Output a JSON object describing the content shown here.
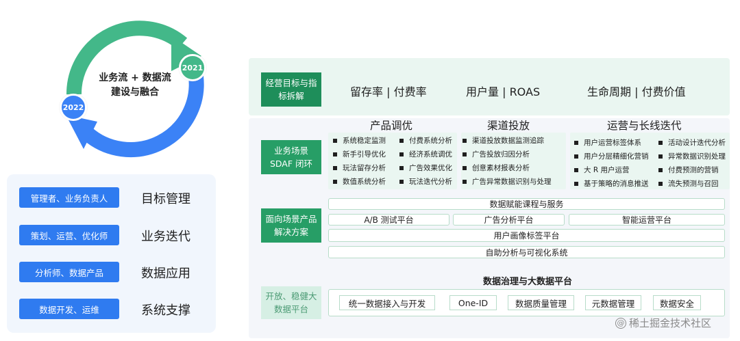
{
  "cycle": {
    "title_line1": "业务流 + 数据流",
    "title_line2": "建设与融合",
    "year_a": "2021",
    "year_b": "2022",
    "colors": {
      "green": "#43b889",
      "blue": "#3b82f6"
    }
  },
  "roles": [
    {
      "role": "管理者、业务负责人",
      "function": "目标管理"
    },
    {
      "role": "策划、运营、优化师",
      "function": "业务迭代"
    },
    {
      "role": "分析师、数据产品",
      "function": "数据应用"
    },
    {
      "role": "数据开发、运维",
      "function": "系统支撑"
    }
  ],
  "goals": {
    "label": "经营目标与指标拆解",
    "kpis": [
      "留存率 | 付费率",
      "用户量 | ROAS",
      "生命周期 | 付费价值"
    ]
  },
  "scenarios": {
    "label": "业务场景 SDAF 闭环",
    "columns": [
      {
        "title": "产品调优",
        "items_left": [
          "系统稳定监测",
          "新手引导优化",
          "玩法留存分析",
          "数值系统分析"
        ],
        "items_right": [
          "付费系统分析",
          "经济系统调优",
          "广告效果优化",
          "玩法迭代分析"
        ]
      },
      {
        "title": "渠道投放",
        "items_left": [
          "渠道投放数据监测追踪",
          "广告投放归因分析",
          "创意素材报表分析",
          "广告异常数据识别与处理"
        ],
        "items_right": []
      },
      {
        "title": "运营与长线迭代",
        "items_left": [
          "用户运营标签体系",
          "用户分层精细化营销",
          "大 R 用户运营",
          "基于策略的消息推送"
        ],
        "items_right": [
          "活动设计迭代分析",
          "异常数据识别处理",
          "付费预测的营销",
          "流失预测与召回"
        ]
      }
    ]
  },
  "solutions": {
    "label": "面向场景产品解决方案",
    "row1": "数据赋能课程与服务",
    "row2": [
      "A/B 测试平台",
      "广告分析平台",
      "智能运营平台"
    ],
    "row3": "用户画像标签平台",
    "row4": "自助分析与可视化系统"
  },
  "platform": {
    "label": "开放、稳健大数据平台",
    "title": "数据治理与大数据平台",
    "chips": [
      "统一数据接入与开发",
      "One-ID",
      "数据质量管理",
      "元数据管理",
      "数据安全"
    ]
  },
  "watermark": "稀土掘金技术社区",
  "colors": {
    "green_label": "#279e66",
    "mint_label": "#d6efe4",
    "role_button": "#2f7bf0",
    "band_top": "#eaf6f1",
    "band_mid": "#f4f6fa"
  }
}
